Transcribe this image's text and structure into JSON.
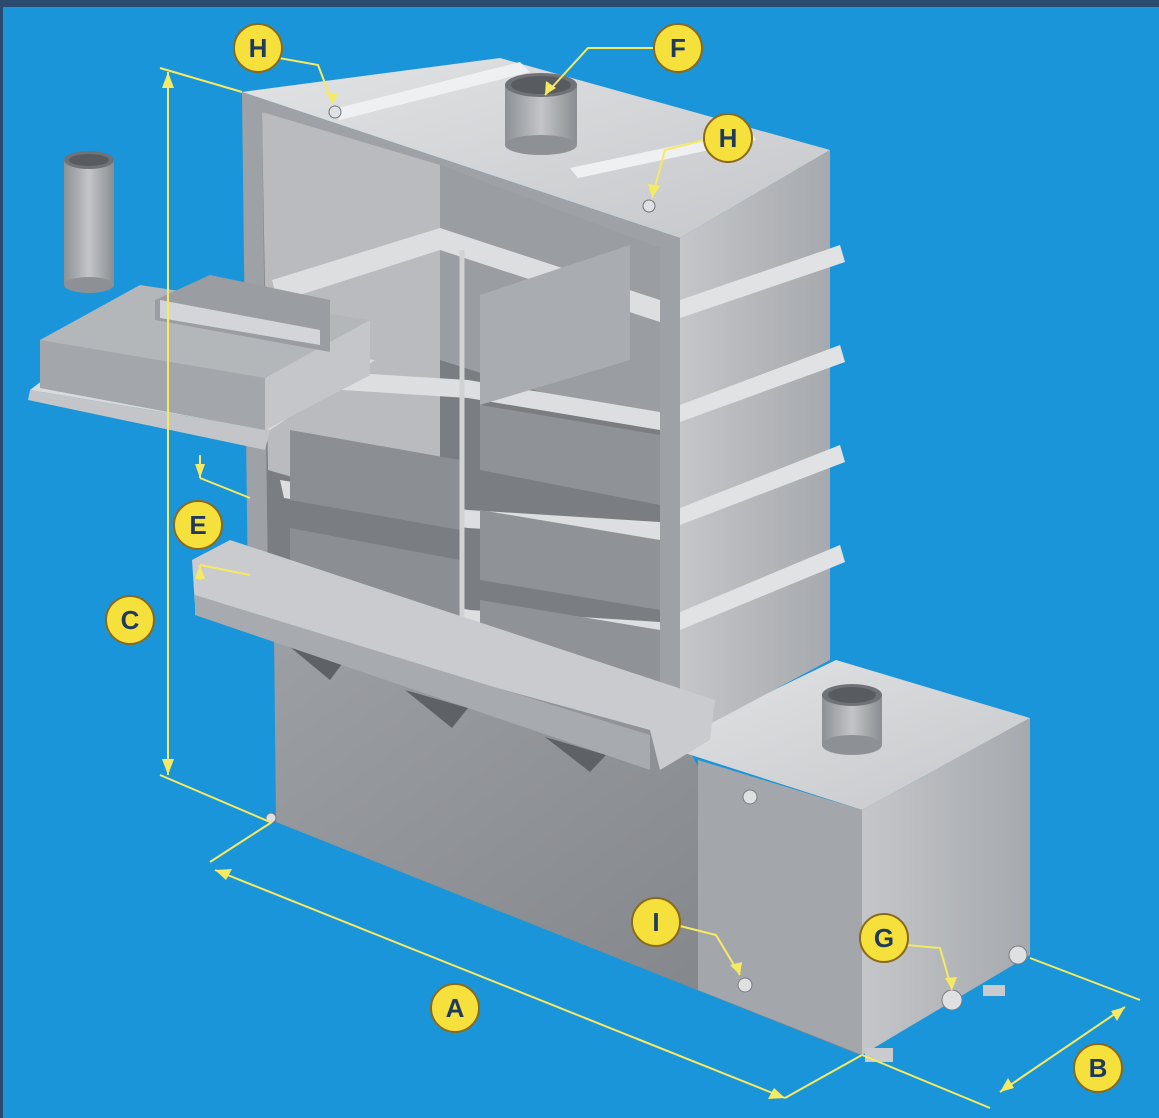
{
  "colors": {
    "background": "#1a95d9",
    "dimension_line": "#f5ea62",
    "callout_fill": "#f5e03c",
    "callout_stroke": "#8a6a1a",
    "callout_text": "#1f3a5c",
    "metal_light": "#d3d5d8",
    "metal_mid": "#aeb1b5",
    "metal_dark": "#85888c"
  },
  "callouts": {
    "a": "A",
    "b": "B",
    "c": "C",
    "e": "E",
    "f": "F",
    "g": "G",
    "h_left": "H",
    "h_right": "H",
    "i": "I"
  }
}
